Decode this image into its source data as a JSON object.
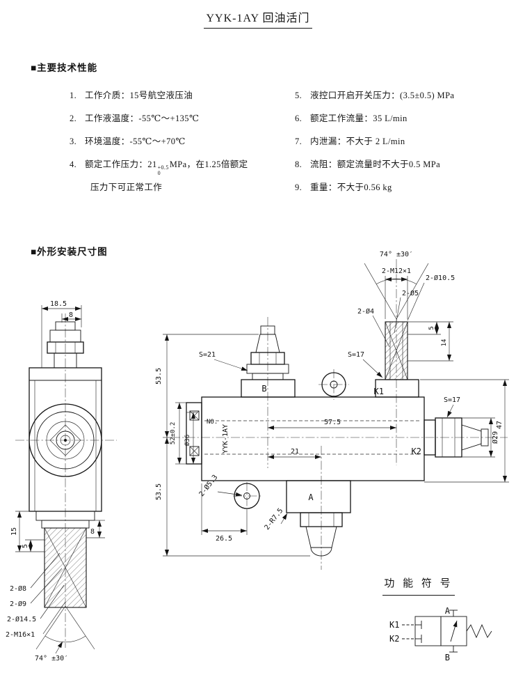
{
  "title": "YYK-1AY  回油活门",
  "specs": {
    "heading": "■主要技术性能",
    "left": [
      {
        "num": "1.",
        "text": "工作介质：15号航空液压油"
      },
      {
        "num": "2.",
        "text": "工作液温度：-55℃～+135℃"
      },
      {
        "num": "3.",
        "text": "环境温度：-55℃～+70℃"
      }
    ],
    "item4": {
      "num": "4.",
      "pre": "额定工作压力：21",
      "sup": "+0.5",
      "sub": "0",
      "post": "MPa，在1.25倍额定",
      "line2": "压力下可正常工作"
    },
    "right": [
      {
        "num": "5.",
        "text": "液控口开启开关压力：(3.5±0.5) MPa"
      },
      {
        "num": "6.",
        "text": "额定工作流量：35 L/min"
      },
      {
        "num": "7.",
        "text": "内泄漏：不大于 2 L/min"
      },
      {
        "num": "8.",
        "text": "流阻：额定流量时不大于0.5 MPa"
      },
      {
        "num": "9.",
        "text": "重量：不大于0.56 kg"
      }
    ]
  },
  "drawing": {
    "heading": "■外形安装尺寸图",
    "left_view": {
      "dim_18_5": "18.5",
      "dim_8_top": "8",
      "dim_15": "15",
      "dim_5": "5",
      "dim_8_bottom": "8",
      "hole_labels": [
        "2-Ø8",
        "2-Ø9",
        "2-Ø14.5",
        "2-M16×1"
      ],
      "angle": "74° ±30′"
    },
    "main_view": {
      "angle_top": "74° ±30′",
      "thread_top": "2-M12×1",
      "dia_10_5": "2-Ø10.5",
      "dia_5": "2-Ø5",
      "dia_4": "2-Ø4",
      "dim_5": "5",
      "dim_14": "14",
      "dim_47": "47",
      "s21": "S=21",
      "s17_k1": "S=17",
      "s17_k2": "S=17",
      "port_b": "B",
      "port_k1": "K1",
      "port_k2": "K2",
      "port_a": "A",
      "dim_53_5_top": "53.5",
      "dim_53_5_bottom": "53.5",
      "dim_52": "52±0.2",
      "dia_36": "Ø36",
      "label_no": "NO.",
      "label_model": "YYK-1AY",
      "dim_57_5": "57.5",
      "dim_21": "21",
      "dim_26_5": "26.5",
      "hole_5_3": "2-Ø5.3",
      "radius_7_5": "2-R7.5",
      "dia_29": "Ø29"
    }
  },
  "symbol": {
    "heading": "功 能 符 号",
    "port_a": "A",
    "port_b": "B",
    "port_k1": "K1",
    "port_k2": "K2"
  }
}
